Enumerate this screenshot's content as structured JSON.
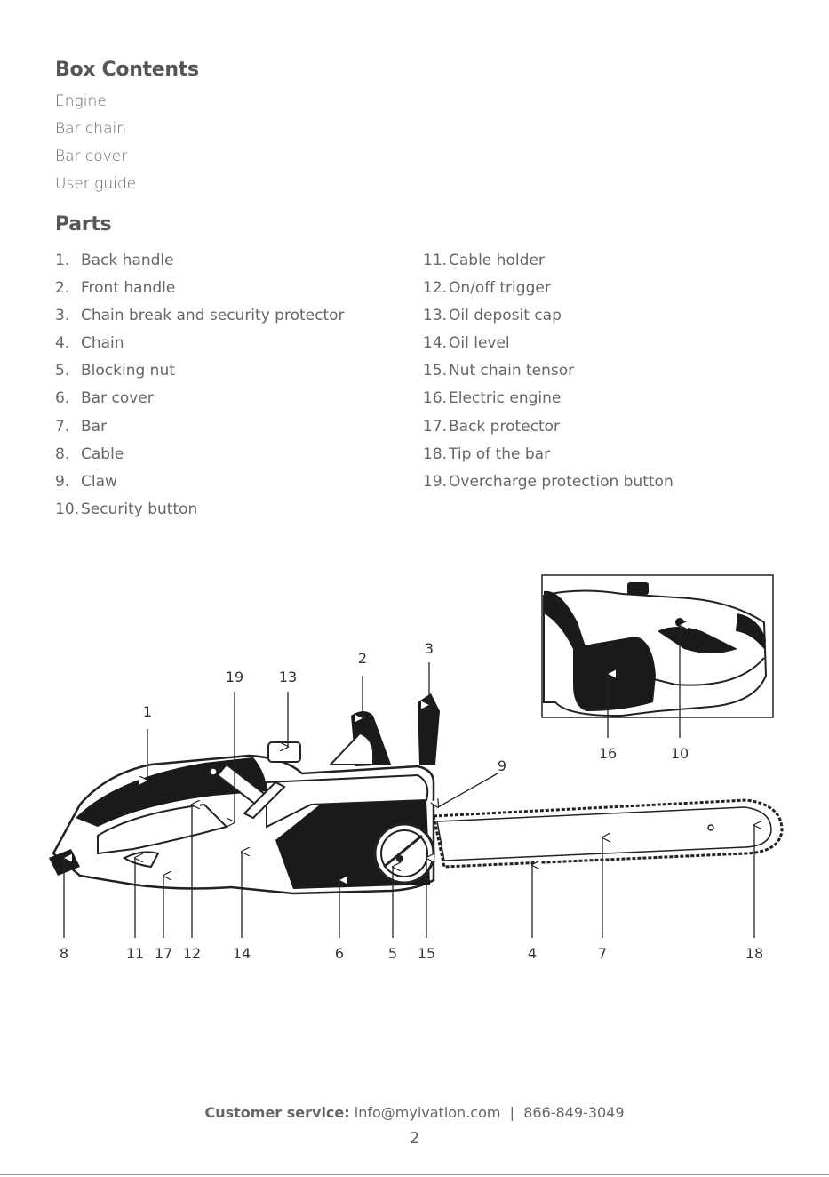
{
  "box_contents": {
    "heading": "Box Contents",
    "items": [
      "Engine",
      "Bar chain",
      "Bar cover",
      "User guide"
    ]
  },
  "parts": {
    "heading": "Parts",
    "column1": [
      {
        "num": "1.",
        "label": "Back handle"
      },
      {
        "num": "2.",
        "label": "Front handle"
      },
      {
        "num": "3.",
        "label": "Chain break and security protector"
      },
      {
        "num": "4.",
        "label": "Chain"
      },
      {
        "num": "5.",
        "label": "Blocking nut"
      },
      {
        "num": "6.",
        "label": "Bar cover"
      },
      {
        "num": "7.",
        "label": "Bar"
      },
      {
        "num": "8.",
        "label": "Cable"
      },
      {
        "num": "9.",
        "label": "Claw"
      },
      {
        "num": "10.",
        "label": "Security button"
      }
    ],
    "column2": [
      {
        "num": "11.",
        "label": "Cable holder"
      },
      {
        "num": "12.",
        "label": "On/off trigger"
      },
      {
        "num": "13.",
        "label": "Oil deposit cap"
      },
      {
        "num": "14.",
        "label": "Oil level"
      },
      {
        "num": "15.",
        "label": "Nut chain tensor"
      },
      {
        "num": "16.",
        "label": "Electric engine"
      },
      {
        "num": "17.",
        "label": "Back protector"
      },
      {
        "num": "18.",
        "label": "Tip of the bar"
      },
      {
        "num": "19.",
        "label": "Overcharge protection button"
      }
    ]
  },
  "diagram": {
    "callouts": [
      "1",
      "2",
      "3",
      "4",
      "5",
      "6",
      "7",
      "8",
      "9",
      "10",
      "11",
      "12",
      "13",
      "14",
      "15",
      "16",
      "17",
      "18",
      "19"
    ]
  },
  "footer": {
    "label": "Customer service:",
    "contact": "info@myivation.com  |  866-849-3049",
    "page": "2"
  }
}
